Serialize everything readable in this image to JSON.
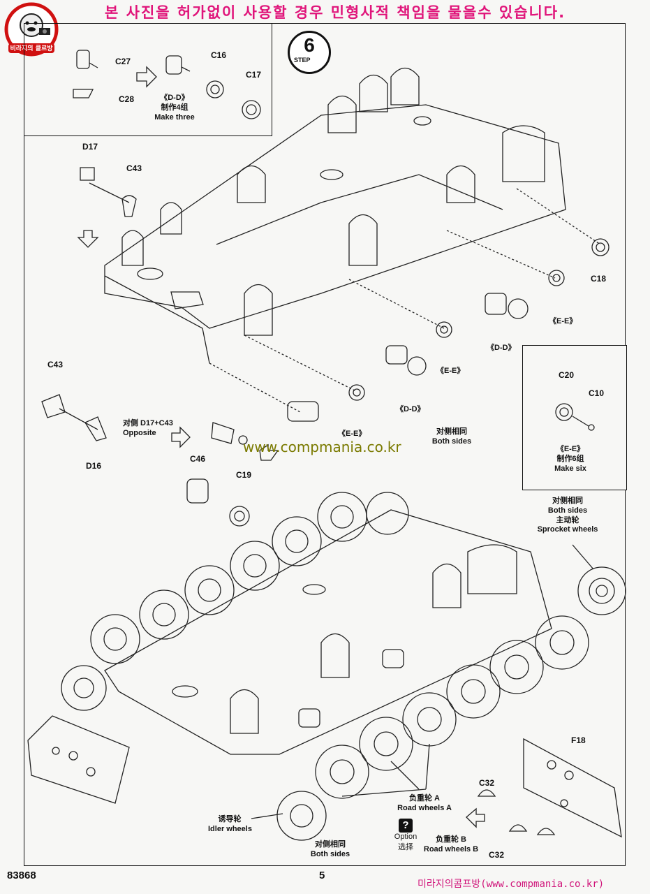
{
  "banner": "본 사진을 허가없이 사용할 경우 민형사적 책임을 물을수 있습니다.",
  "logo": {
    "text": "비라지의 클르방",
    "icon": "mascot-logo"
  },
  "step": {
    "number": "6",
    "word": "STEP"
  },
  "watermark_site": "www.compmania.co.kr",
  "footer": {
    "model": "83868",
    "page": "5",
    "site": "미라지의콤프방(www.compmania.co.kr)"
  },
  "parts": {
    "c27": "C27",
    "c28": "C28",
    "c16": "C16",
    "c17": "C17",
    "d17": "D17",
    "c43_top": "C43",
    "c43_left": "C43",
    "d16": "D16",
    "c46": "C46",
    "c19": "C19",
    "c18": "C18",
    "c20": "C20",
    "c10": "C10",
    "f18": "F18",
    "c32_top": "C32",
    "c32_bottom": "C32"
  },
  "labels": {
    "dd_make_three": {
      "code": "《D-D》",
      "cn": "制作4组",
      "en": "Make three"
    },
    "opposite": {
      "cn": "对侧 D17+C43",
      "en": "Opposite"
    },
    "ee_1": "《E-E》",
    "dd_1": "《D-D》",
    "ee_2": "《E-E》",
    "dd_2": "《D-D》",
    "ee_3": "《E-E》",
    "both_sides_mid": {
      "cn": "对侧相同",
      "en": "Both sides"
    },
    "ee_make_six": {
      "code": "《E-E》",
      "cn": "制作6组",
      "en": "Make six"
    },
    "sprocket": {
      "cn1": "对侧相同",
      "en1": "Both sides",
      "cn2": "主动轮",
      "en2": "Sprocket wheels"
    },
    "road_a": {
      "cn": "负重轮 A",
      "en": "Road wheels A"
    },
    "road_b": {
      "cn": "负重轮 B",
      "en": "Road wheels B"
    },
    "idler": {
      "cn": "诱导轮",
      "en": "Idler wheels"
    },
    "both_sides_bottom": {
      "cn": "对侧相同",
      "en": "Both sides"
    },
    "option": {
      "icon": "?",
      "en": "Option",
      "cn": "选择"
    }
  },
  "colors": {
    "banner": "#e0147a",
    "watermark": "#7a7a00",
    "footer": "#d0147a"
  }
}
